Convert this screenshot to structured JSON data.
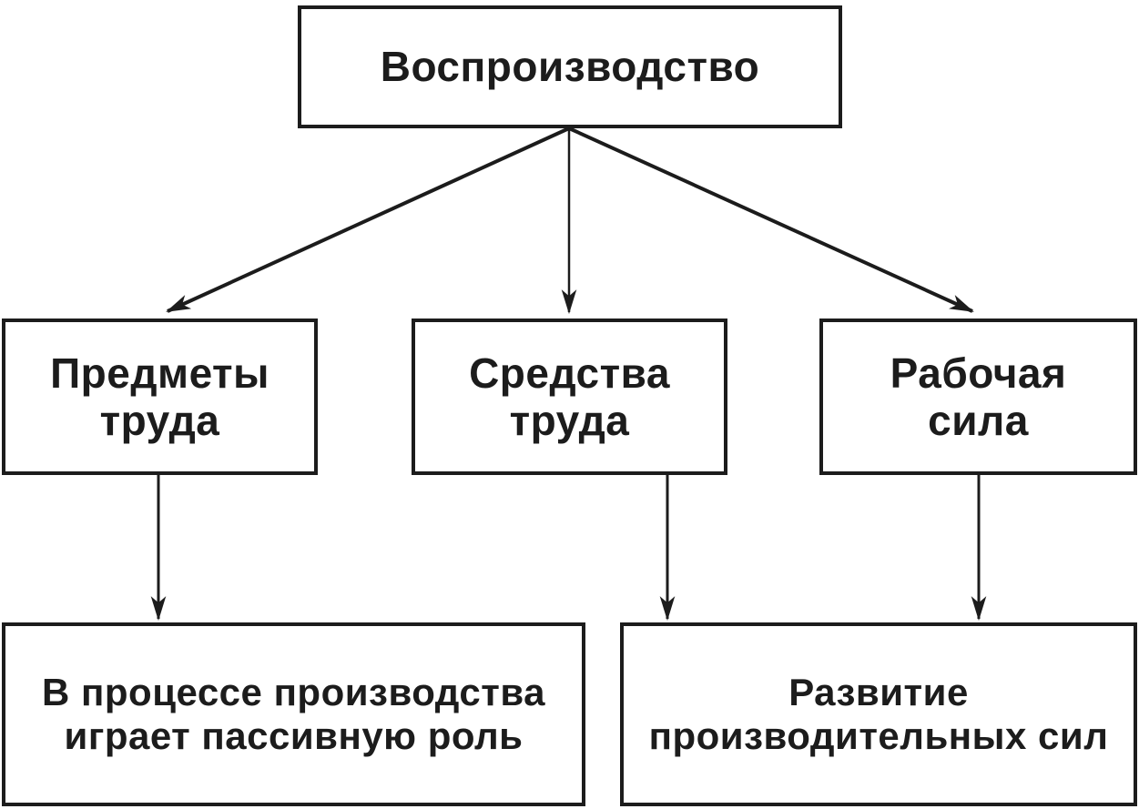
{
  "diagram": {
    "type": "flowchart",
    "language": "ru",
    "colors": {
      "background": "#ffffff",
      "line": "#1c1c1c",
      "text": "#1c1c1c",
      "node_fill": "#ffffff"
    },
    "nodes": {
      "root": {
        "label": "Воспроизводство"
      },
      "objects_of_labor": {
        "label": "Предметы\nтруда"
      },
      "means_of_labor": {
        "label": "Средства\nтруда"
      },
      "labor_force": {
        "label": "Рабочая\nсила"
      },
      "passive_role": {
        "label": "В процессе производства\nиграет пассивную роль"
      },
      "productive_forces": {
        "label": "Развитие\nпроизводительных сил"
      }
    },
    "edges": [
      {
        "from": "root",
        "to": "objects_of_labor",
        "style": "arrow"
      },
      {
        "from": "root",
        "to": "means_of_labor",
        "style": "arrow"
      },
      {
        "from": "root",
        "to": "labor_force",
        "style": "arrow"
      },
      {
        "from": "objects_of_labor",
        "to": "passive_role",
        "style": "arrow"
      },
      {
        "from": "means_of_labor",
        "to": "productive_forces",
        "style": "arrow"
      },
      {
        "from": "labor_force",
        "to": "productive_forces",
        "style": "arrow"
      }
    ]
  }
}
